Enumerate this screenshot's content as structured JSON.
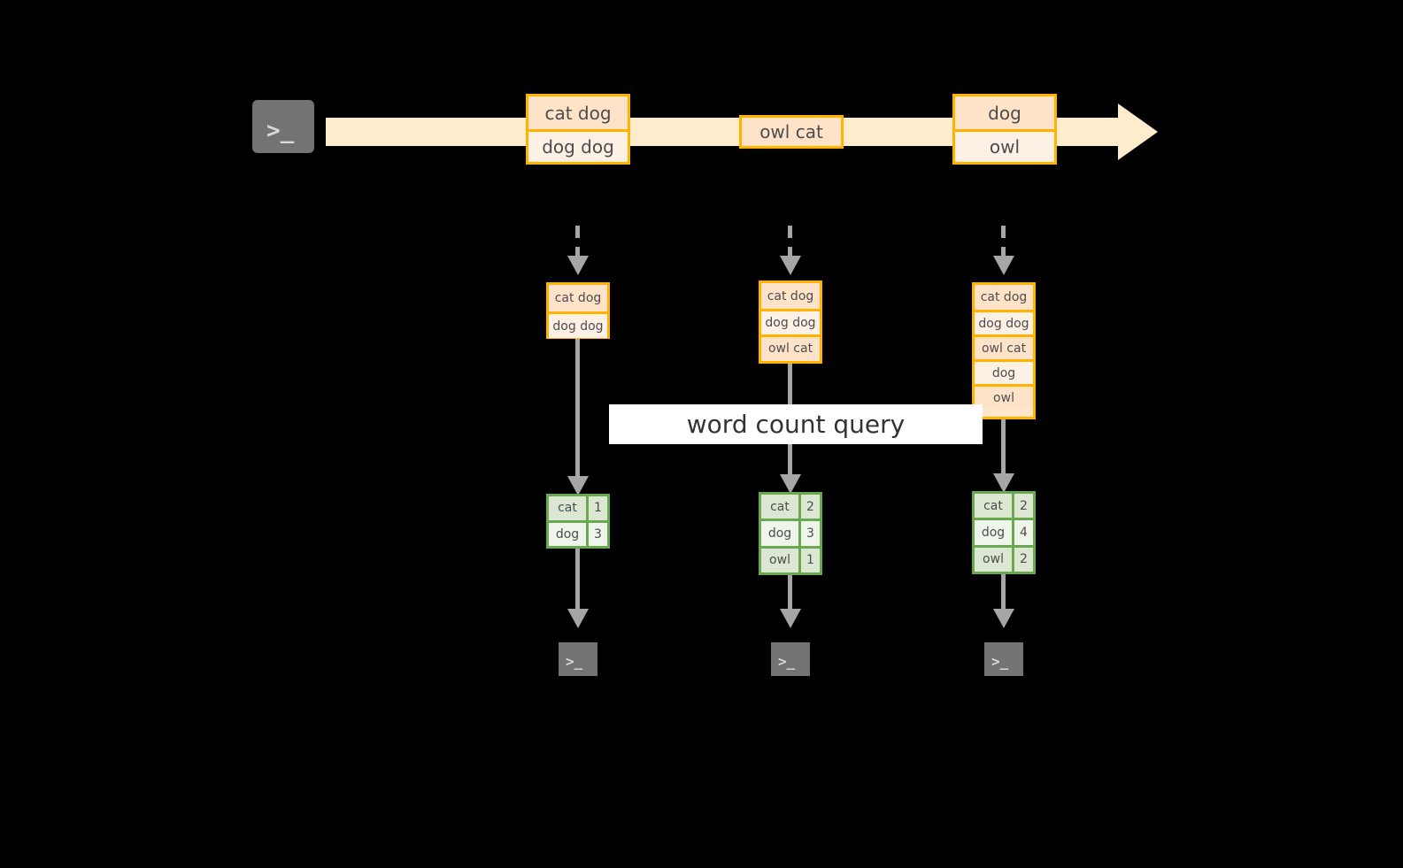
{
  "diagram": {
    "title_label": "word count query",
    "colors": {
      "stream_fill": "#ffeccc",
      "msg_border": "#ffb300",
      "msg_fill_dark": "#ffe3c9",
      "msg_fill_light": "#fdf0e5",
      "table_border": "#6aa84f",
      "table_fill_dark": "#dce7d3",
      "table_fill_light": "#f0f5ec",
      "connector": "#a6a6a6",
      "terminal_fill": "#737373",
      "background": "#000000",
      "label_bg": "#ffffff",
      "text": "#4d4d4d"
    },
    "producer_terminal": {
      "icon": "terminal-prompt-icon",
      "glyph": ">_"
    },
    "stream_messages": [
      {
        "name": "stream-message-1",
        "lines": [
          "cat dog",
          "dog dog"
        ]
      },
      {
        "name": "stream-message-2",
        "lines": [
          "owl cat"
        ]
      },
      {
        "name": "stream-message-3",
        "lines": [
          "dog",
          "owl"
        ]
      }
    ],
    "snapshots": [
      {
        "name": "snapshot-1",
        "messages": [
          "cat dog",
          "dog dog"
        ],
        "result_header": null,
        "results": [
          {
            "word": "cat",
            "count": "1"
          },
          {
            "word": "dog",
            "count": "3"
          }
        ],
        "consumer_terminal": {
          "icon": "terminal-prompt-icon",
          "glyph": ">_"
        }
      },
      {
        "name": "snapshot-2",
        "messages": [
          "cat dog",
          "dog dog",
          "owl cat"
        ],
        "result_header": null,
        "results": [
          {
            "word": "cat",
            "count": "2"
          },
          {
            "word": "dog",
            "count": "3"
          },
          {
            "word": "owl",
            "count": "1"
          }
        ],
        "consumer_terminal": {
          "icon": "terminal-prompt-icon",
          "glyph": ">_"
        }
      },
      {
        "name": "snapshot-3",
        "messages": [
          "cat dog",
          "dog dog",
          "owl cat",
          "dog",
          "owl"
        ],
        "result_header": null,
        "results": [
          {
            "word": "cat",
            "count": "2"
          },
          {
            "word": "dog",
            "count": "4"
          },
          {
            "word": "owl",
            "count": "2"
          }
        ],
        "consumer_terminal": {
          "icon": "terminal-prompt-icon",
          "glyph": ">_"
        }
      }
    ]
  }
}
